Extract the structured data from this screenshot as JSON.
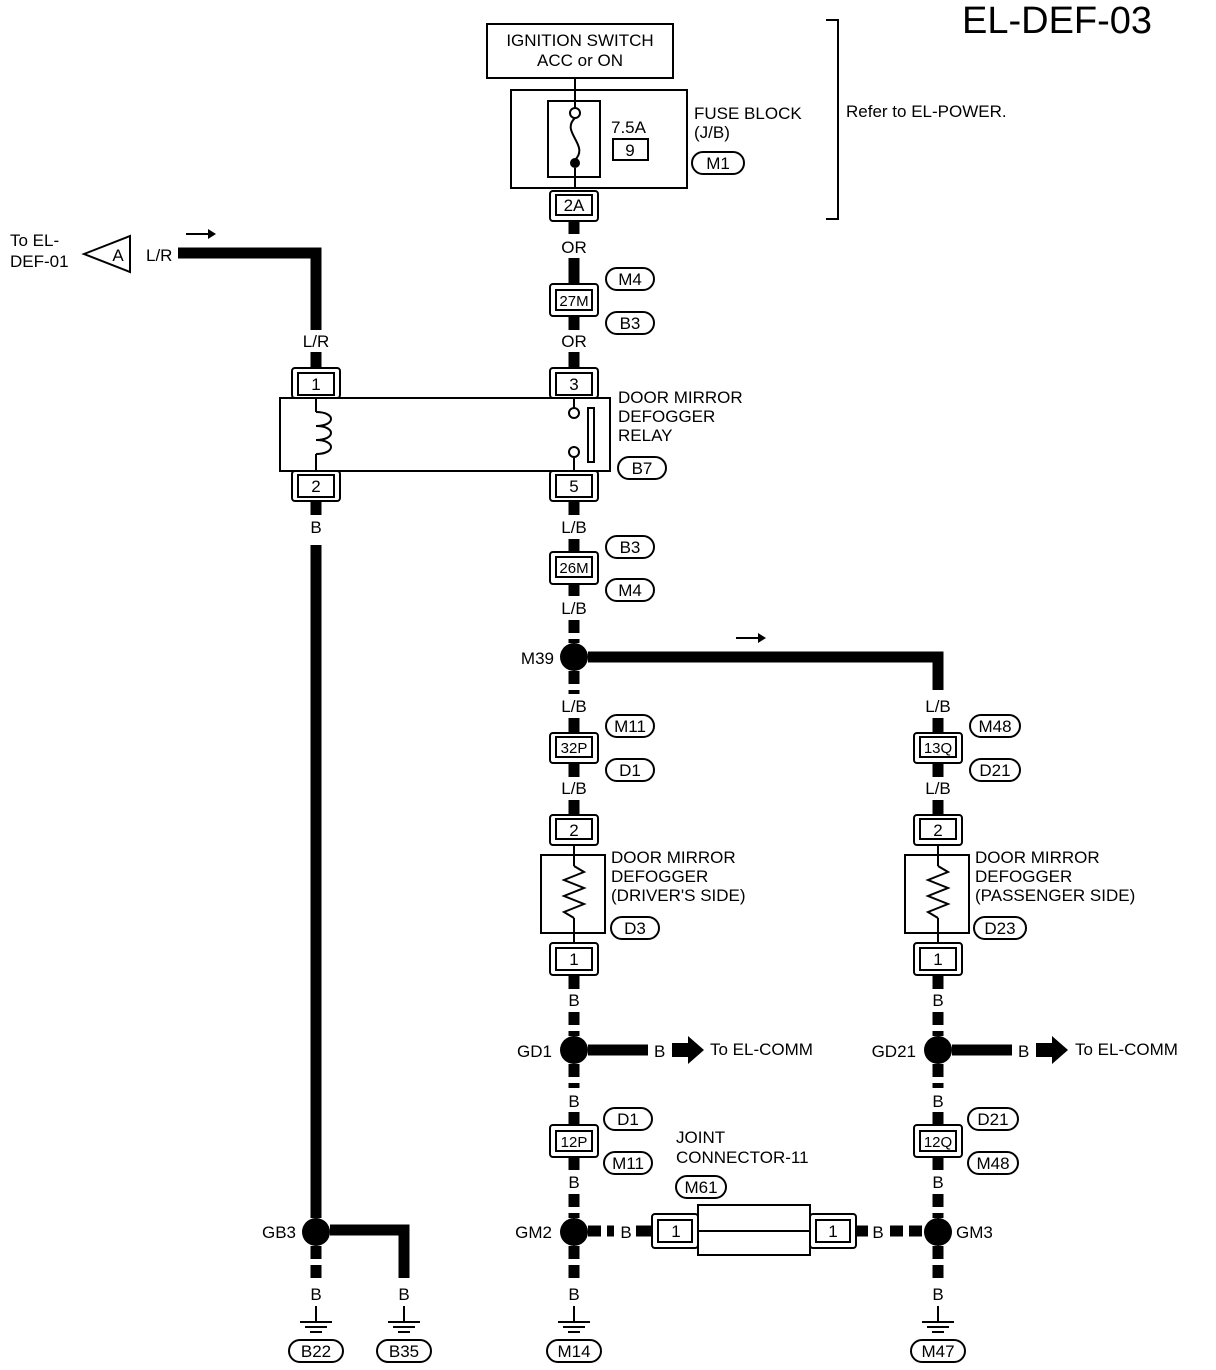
{
  "page_id": "EL-DEF-03",
  "ignition": {
    "line1": "IGNITION SWITCH",
    "line2": "ACC or ON"
  },
  "fuse_block": {
    "amp": "7.5A",
    "fuse_no": "9",
    "line1": "FUSE BLOCK",
    "line2": "(J/B)",
    "conn": "M1",
    "terminal": "2A"
  },
  "refer": "Refer to EL-POWER.",
  "to_def01": {
    "line1": "To EL-",
    "line2": "DEF-01",
    "tag": "A",
    "wire": "L/R"
  },
  "relay": {
    "line1": "DOOR MIRROR",
    "line2": "DEFOGGER",
    "line3": "RELAY",
    "conn": "B7",
    "pin1": "1",
    "pin2": "2",
    "pin3": "3",
    "pin5": "5"
  },
  "connectors": {
    "c27m": "27M",
    "c26m": "26M",
    "c32p": "32P",
    "c13q": "13Q",
    "c12p": "12P",
    "c12q": "12Q",
    "m4": "M4",
    "b3": "B3",
    "m11": "M11",
    "d1": "D1",
    "m48": "M48",
    "d21": "D21"
  },
  "wires": {
    "or": "OR",
    "lr": "L/R",
    "lb": "L/B",
    "b": "B"
  },
  "splices": {
    "m39": "M39",
    "gd1": "GD1",
    "gd21": "GD21",
    "gm2": "GM2",
    "gm3": "GM3",
    "gb3": "GB3"
  },
  "driver_defogger": {
    "line1": "DOOR MIRROR",
    "line2": "DEFOGGER",
    "line3": "(DRIVER'S SIDE)",
    "conn": "D3",
    "pin2": "2",
    "pin1": "1"
  },
  "passenger_defogger": {
    "line1": "DOOR MIRROR",
    "line2": "DEFOGGER",
    "line3": "(PASSENGER SIDE)",
    "conn": "D23",
    "pin2": "2",
    "pin1": "1"
  },
  "to_comm": "To EL-COMM",
  "joint": {
    "line1": "JOINT",
    "line2": "CONNECTOR-11",
    "conn": "M61",
    "pin_left": "1",
    "pin_right": "1"
  },
  "grounds": {
    "b22": "B22",
    "b35": "B35",
    "m14": "M14",
    "m47": "M47"
  }
}
